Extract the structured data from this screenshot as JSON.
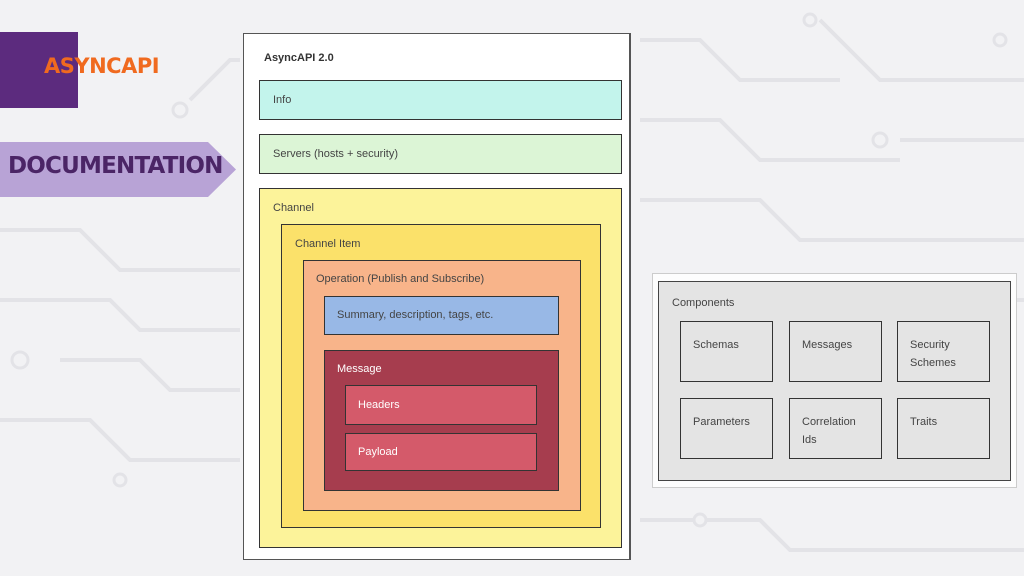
{
  "brand": {
    "name": "ASYNCAPI",
    "color": "#f06a1f",
    "square_color": "#5c2b7e"
  },
  "section": {
    "label": "DOCUMENTATION",
    "color": "#b8a3d6"
  },
  "document": {
    "title": "AsyncAPI 2.0",
    "info": "Info",
    "servers": "Servers (hosts + security)",
    "channel": "Channel",
    "channel_item": "Channel Item",
    "operation": "Operation (Publish and Subscribe)",
    "summary": "Summary, description, tags, etc.",
    "message": "Message",
    "headers": "Headers",
    "payload": "Payload"
  },
  "components": {
    "title": "Components",
    "items": [
      {
        "line1": "Schemas",
        "line2": ""
      },
      {
        "line1": "Messages",
        "line2": ""
      },
      {
        "line1": "Security",
        "line2": "Schemes"
      },
      {
        "line1": "Parameters",
        "line2": ""
      },
      {
        "line1": "Correlation",
        "line2": "Ids"
      },
      {
        "line1": "Traits",
        "line2": ""
      }
    ]
  },
  "colors": {
    "info": "#c3f4ec",
    "servers": "#dcf5d6",
    "channel": "#fcf39a",
    "channel_item": "#fbe16a",
    "operation": "#f8b48a",
    "summary": "#98b8e6",
    "message": "#a63d4e",
    "inner": "#d45a6a"
  }
}
